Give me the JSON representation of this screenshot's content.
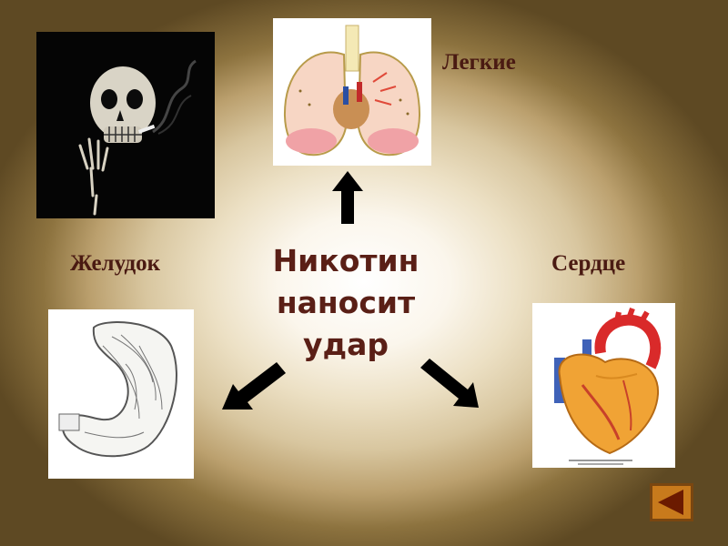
{
  "slide": {
    "labels": {
      "lungs": "Легкие",
      "stomach": "Желудок",
      "heart": "Сердце"
    },
    "center_lines": [
      "Никотин",
      "наносит",
      "удар"
    ],
    "colors": {
      "label": "#4a1a12",
      "center": "#5a1f16",
      "arrow": "#000000",
      "nav_button_fill": "#c87a1c",
      "nav_button_border": "#7a4610",
      "nav_triangle": "#6b1a00"
    },
    "images": {
      "skull": "skull-smoking-image",
      "lungs": "lungs-anatomy-image",
      "stomach": "stomach-anatomy-image",
      "heart": "heart-anatomy-image"
    },
    "nav": {
      "icon": "back-triangle-icon"
    }
  }
}
